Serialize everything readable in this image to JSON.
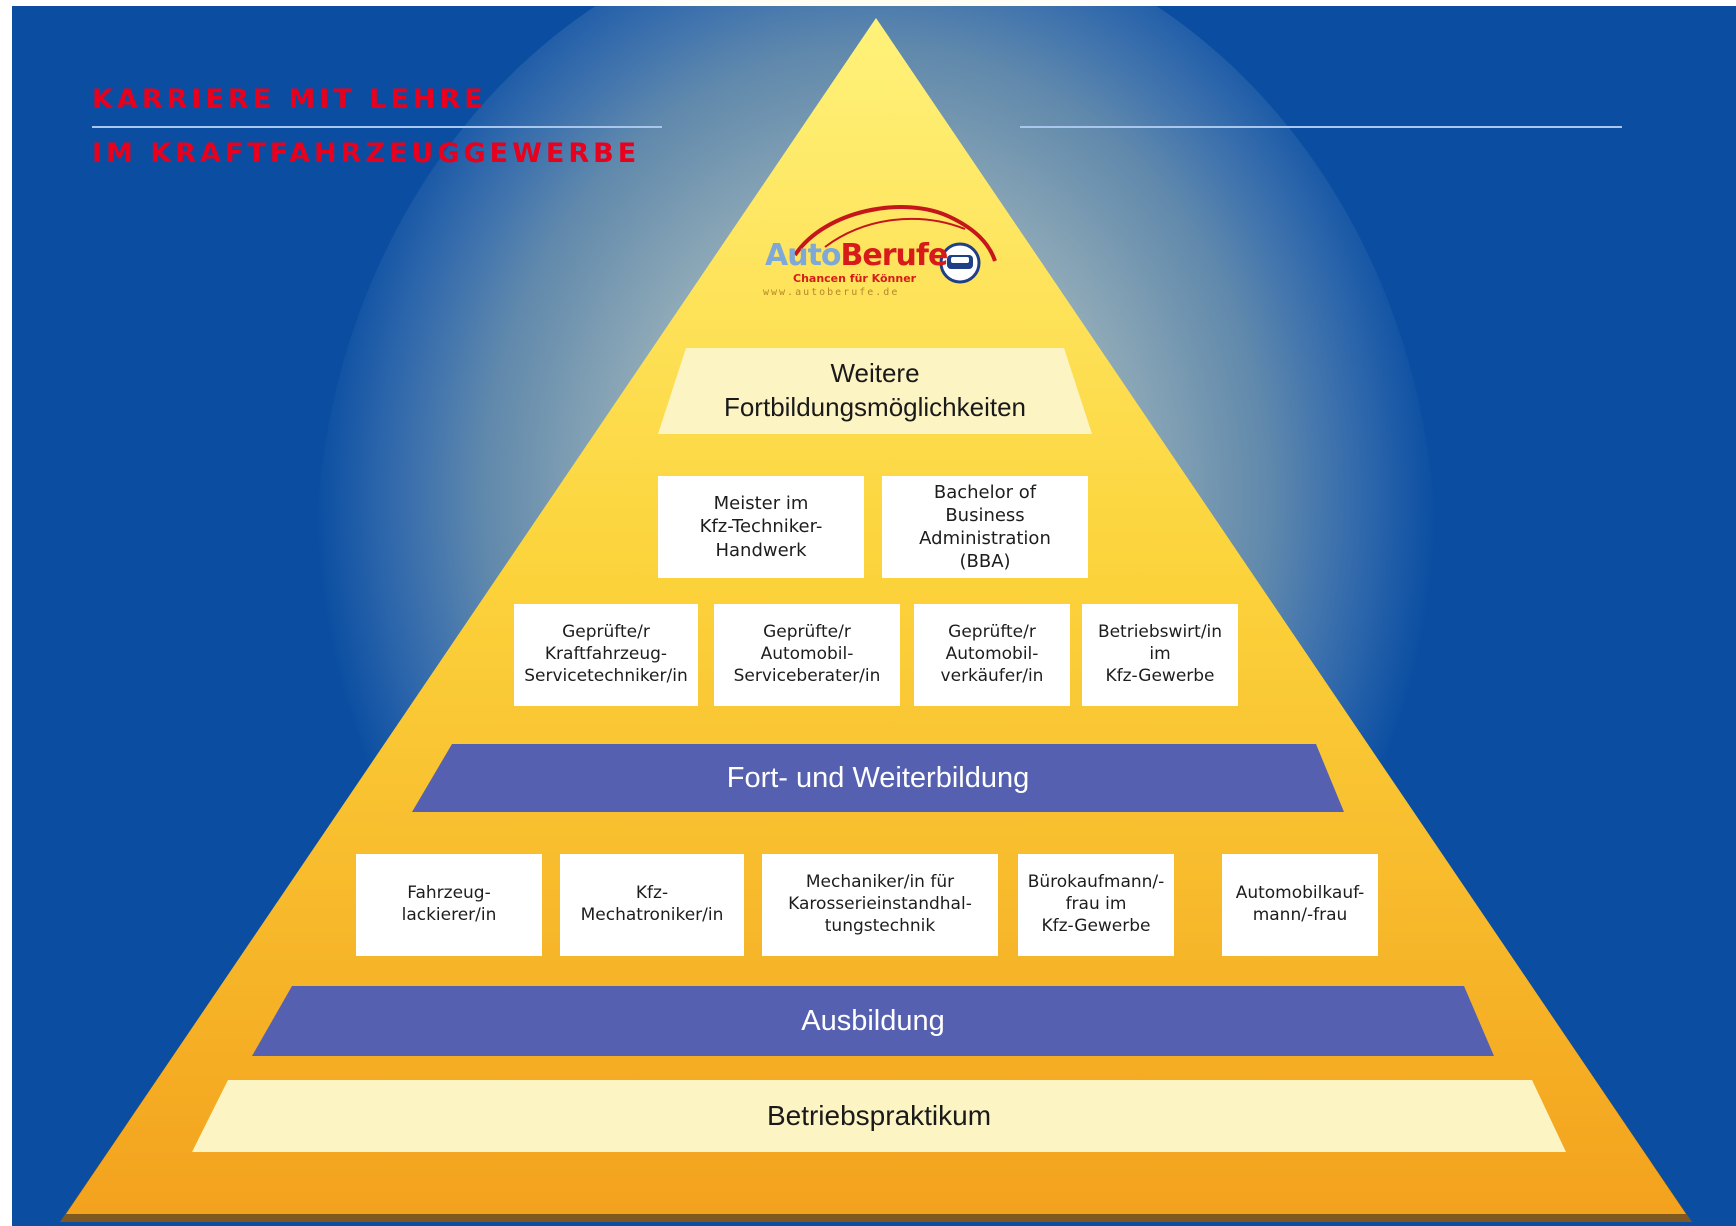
{
  "header": {
    "line1": "KARRIERE MIT LEHRE",
    "line2": "IM KRAFTFAHRZEUGGEWERBE"
  },
  "logo": {
    "name_part1": "Auto",
    "name_part2": "Berufe",
    "tagline": "Chancen für Könner",
    "url": "www.autoberufe.de"
  },
  "pyramid": {
    "top_title": "Weitere\nFortbildungsmöglichkeiten",
    "level_masters": [
      "Meister im\nKfz-Techniker-\nHandwerk",
      "Bachelor of\nBusiness\nAdministration\n(BBA)"
    ],
    "level_specialists": [
      "Geprüfte/r\nKraftfahrzeug-\nServicetechniker/in",
      "Geprüfte/r\nAutomobil-\nServiceberater/in",
      "Geprüfte/r\nAutomobil-\nverkäufer/in",
      "Betriebswirt/in\nim\nKfz-Gewerbe"
    ],
    "band_further_education": "Fort- und Weiterbildung",
    "level_apprenticeships": [
      "Fahrzeug-\nlackierer/in",
      "Kfz-\nMechatroniker/in",
      "Mechaniker/in für\nKarosserieinstandhal-\ntungstechnik",
      "Bürokaufmann/-\nfrau im\nKfz-Gewerbe",
      "Automobilkauf-\nmann/-frau"
    ],
    "band_training": "Ausbildung",
    "band_internship": "Betriebspraktikum"
  },
  "colors": {
    "background": "#0b4ea1",
    "pyramid_top": "#fff27a",
    "pyramid_bottom": "#f3a21d",
    "band_blue": "#5660b0",
    "band_cream": "#fdf4c4",
    "heading_red": "#e8001c"
  }
}
